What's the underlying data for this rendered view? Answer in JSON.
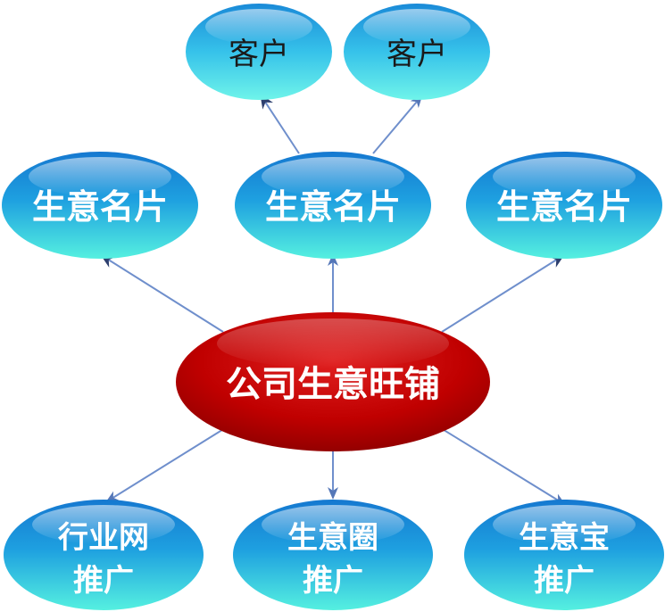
{
  "center": {
    "label": "公司生意旺铺",
    "color": "#c00000"
  },
  "cards": [
    {
      "label": "生意名片"
    },
    {
      "label": "生意名片"
    },
    {
      "label": "生意名片"
    }
  ],
  "customers": [
    {
      "label": "客户"
    },
    {
      "label": "客户"
    }
  ],
  "promotions": [
    {
      "line1": "行业网",
      "line2": "推广"
    },
    {
      "line1": "生意圈",
      "line2": "推广"
    },
    {
      "line1": "生意宝",
      "line2": "推广"
    }
  ],
  "colors": {
    "node_blue": "#1e8fd8",
    "node_cyan": "#3fe0e6",
    "arrow": "#5b7fc0",
    "arrow_dark": "#2e3f6e"
  }
}
